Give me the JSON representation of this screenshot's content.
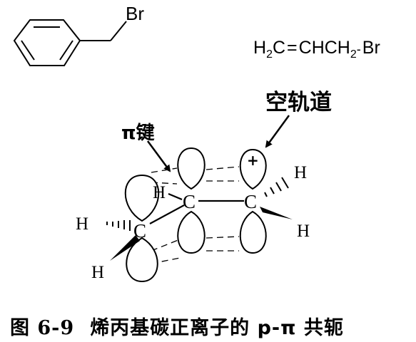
{
  "benzyl_bromide": {
    "substituent": "Br"
  },
  "allyl_bromide": {
    "formula": "H2C=CHCH2-Br",
    "h_label": "H",
    "sub_2": "2",
    "c_label": "C",
    "double_bond": "=",
    "ch_label": "CHCH",
    "dash": "-",
    "br_label": "Br"
  },
  "orbital_diagram": {
    "empty_orbital_label": "空轨道",
    "pi_bond_label": "π键",
    "carbons": [
      "C",
      "C",
      "C"
    ],
    "hydrogens": [
      "H",
      "H",
      "H",
      "H",
      "H"
    ],
    "charge": "+"
  },
  "caption": {
    "figure_number": "图 6-9",
    "text": "烯丙基碳正离子的 p-π 共轭"
  }
}
